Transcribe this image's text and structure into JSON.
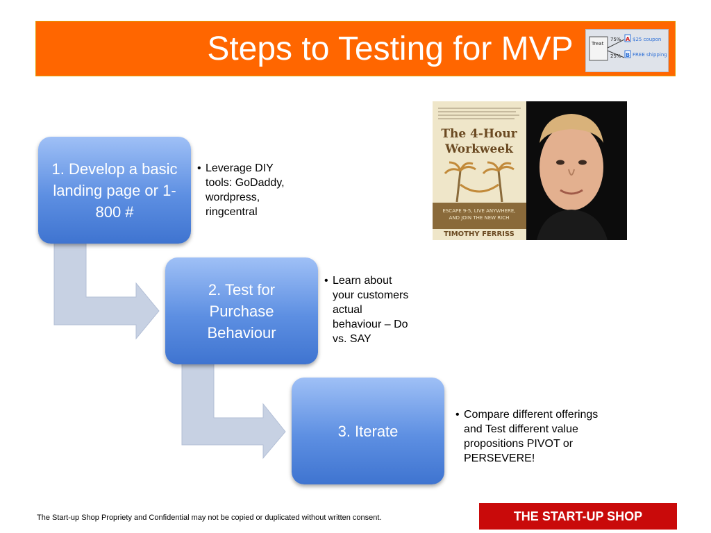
{
  "header": {
    "title": "Steps to Testing for MVP",
    "thumb_labels": [
      "Treat",
      "75%",
      "25%",
      "$25 coupon",
      "FREE shipping"
    ]
  },
  "steps": [
    {
      "label": "1. Develop a basic landing page or 1-800 #",
      "bullet": "Leverage DIY\ntools: GoDaddy,\nwordpress,\nringcentral"
    },
    {
      "label": "2. Test for Purchase Behaviour",
      "bullet": "Learn about\nyour customers\nactual\nbehaviour – Do\nvs. SAY"
    },
    {
      "label": "3. Iterate",
      "bullet": "Compare different offerings\nand Test different value\npropositions PIVOT or\nPERSEVERE!"
    }
  ],
  "book": {
    "title_line1": "The 4-Hour",
    "title_line2": "Workweek",
    "subtitle_line1": "ESCAPE 9-5, LIVE ANYWHERE,",
    "subtitle_line2": "AND JOIN THE NEW RICH",
    "author": "TIMOTHY FERRISS"
  },
  "footer": {
    "disclaimer": "The Start-up Shop Propriety and Confidential may not be copied or duplicated without written consent.",
    "brand": "THE START-UP SHOP"
  },
  "colors": {
    "title_bg": "#ff6600",
    "step_fill": "#5d8fe2",
    "connector": "#c9d3e6",
    "brand_bg": "#c90a0a"
  }
}
